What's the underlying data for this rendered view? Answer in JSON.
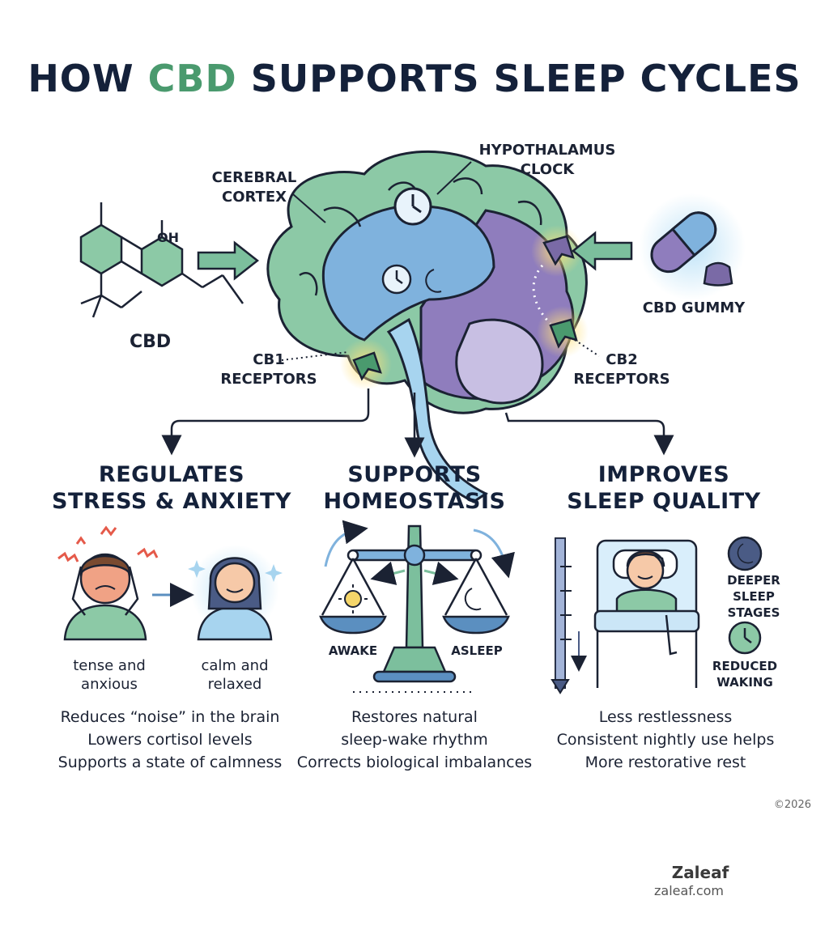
{
  "title": {
    "prefix": "HOW ",
    "accent": "CBD",
    "suffix": " SUPPORTS SLEEP CYCLES"
  },
  "colors": {
    "accent": "#4a9a6e",
    "brain_green": "#8cc9a6",
    "brain_blue": "#7fb2dd",
    "brain_purple": "#8f7dbd",
    "ink": "#14213a"
  },
  "labels": {
    "cerebral_cortex": [
      "CEREBRAL",
      "CORTEX"
    ],
    "hypothalamus": [
      "HYPOTHALAMUS",
      "CLOCK"
    ],
    "cbd": "CBD",
    "oh": "OH",
    "gummy": "CBD GUMMY",
    "cb1": [
      "CB1",
      "RECEPTORS"
    ],
    "cb2": [
      "CB2",
      "RECEPTORS"
    ]
  },
  "columns": [
    {
      "heading": [
        "REGULATES",
        "STRESS & ANXIETY"
      ],
      "captions": {
        "before": [
          "tense and",
          "anxious"
        ],
        "after": [
          "calm and",
          "relaxed"
        ]
      },
      "lines": [
        "Reduces “noise” in the brain",
        "Lowers cortisol levels",
        "Supports a state of calmness"
      ]
    },
    {
      "heading": [
        "SUPPORTS",
        "HOMEOSTASIS"
      ],
      "captions": {
        "left": "AWAKE",
        "right": "ASLEEP"
      },
      "lines": [
        "Restores natural",
        "sleep-wake rhythm",
        "Corrects biological imbalances"
      ]
    },
    {
      "heading": [
        "IMPROVES",
        "SLEEP QUALITY"
      ],
      "captions": {
        "deeper": [
          "DEEPER",
          "SLEEP STAGES"
        ],
        "reduced": [
          "REDUCED",
          "WAKING"
        ]
      },
      "lines": [
        "Less restlessness",
        "Consistent nightly use helps",
        "More restorative rest"
      ]
    }
  ],
  "icons": [
    "clock-icon",
    "moon-icon",
    "sun-icon",
    "sparkle-icon",
    "pill-icon",
    "gummy-icon",
    "arrow-icon"
  ],
  "footer": {
    "copyright": "©2026",
    "brand": "Zaleaf",
    "url": "zaleaf.com"
  }
}
